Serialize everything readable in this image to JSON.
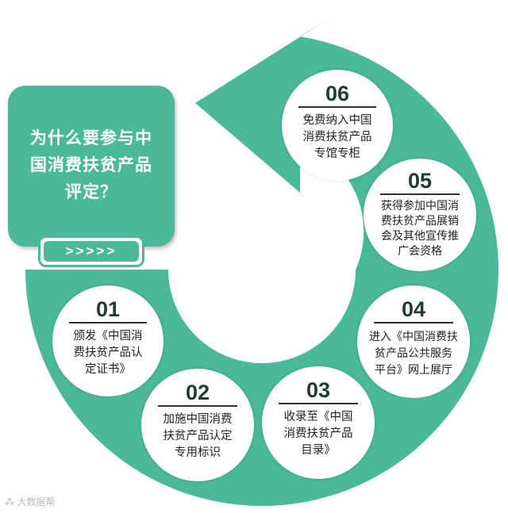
{
  "title": {
    "lines": [
      "为什么要参与中",
      "国消费扶贫产品",
      "评定？"
    ]
  },
  "arrows_label": ">>>>>",
  "steps": [
    {
      "num": "01",
      "lines": [
        "颁发《中国消",
        "费扶贫产品认",
        "定证书》"
      ]
    },
    {
      "num": "02",
      "lines": [
        "加施中国消费",
        "扶贫产品认定",
        "专用标识"
      ]
    },
    {
      "num": "03",
      "lines": [
        "收录至《中国",
        "消费扶贫产品",
        "目录》"
      ]
    },
    {
      "num": "04",
      "lines": [
        "进入《中国消费扶",
        "贫产品公共服务",
        "平台》网上展厅"
      ]
    },
    {
      "num": "05",
      "lines": [
        "获得参加中国消",
        "费扶贫产品展销",
        "会及其他宣传推",
        "广会资格"
      ]
    },
    {
      "num": "06",
      "lines": [
        "免费纳入中国",
        "消费扶贫产品",
        "专馆专柜"
      ]
    }
  ],
  "watermark": "大数据帮",
  "colors": {
    "accent": "#4ab899",
    "circle_bg": "#ffffff",
    "number": "#1f3b36"
  }
}
